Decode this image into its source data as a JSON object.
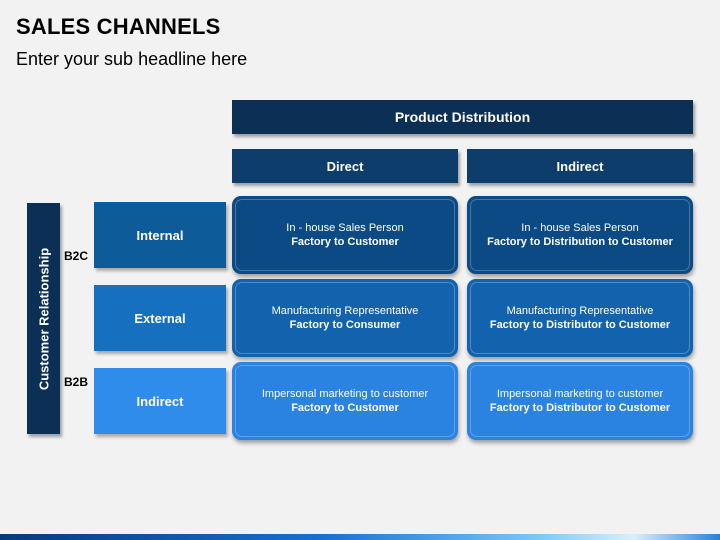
{
  "title": "SALES CHANNELS",
  "subtitle": "Enter your sub headline here",
  "header": {
    "main": "Product Distribution",
    "columns": [
      "Direct",
      "Indirect"
    ]
  },
  "side": {
    "label": "Customer Relationship",
    "segments": [
      "B2C",
      "B2B"
    ]
  },
  "rows": [
    {
      "label": "Internal",
      "cells": [
        {
          "line1": "In - house Sales Person",
          "line2": "Factory to Customer"
        },
        {
          "line1": "In - house Sales Person",
          "line2": "Factory to Distribution to Customer"
        }
      ]
    },
    {
      "label": "External",
      "cells": [
        {
          "line1": "Manufacturing Representative",
          "line2": "Factory to Consumer"
        },
        {
          "line1": "Manufacturing Representative",
          "line2": "Factory to Distributor to Customer"
        }
      ]
    },
    {
      "label": "Indirect",
      "cells": [
        {
          "line1": "Impersonal marketing to customer",
          "line2": "Factory to Customer"
        },
        {
          "line1": "Impersonal  marketing to customer",
          "line2": "Factory to Distributor to Customer"
        }
      ]
    }
  ],
  "colors": {
    "dark_navy": "#0c2f55",
    "row1": "#0b4a85",
    "row2": "#1362ad",
    "row3": "#2a83e0"
  }
}
